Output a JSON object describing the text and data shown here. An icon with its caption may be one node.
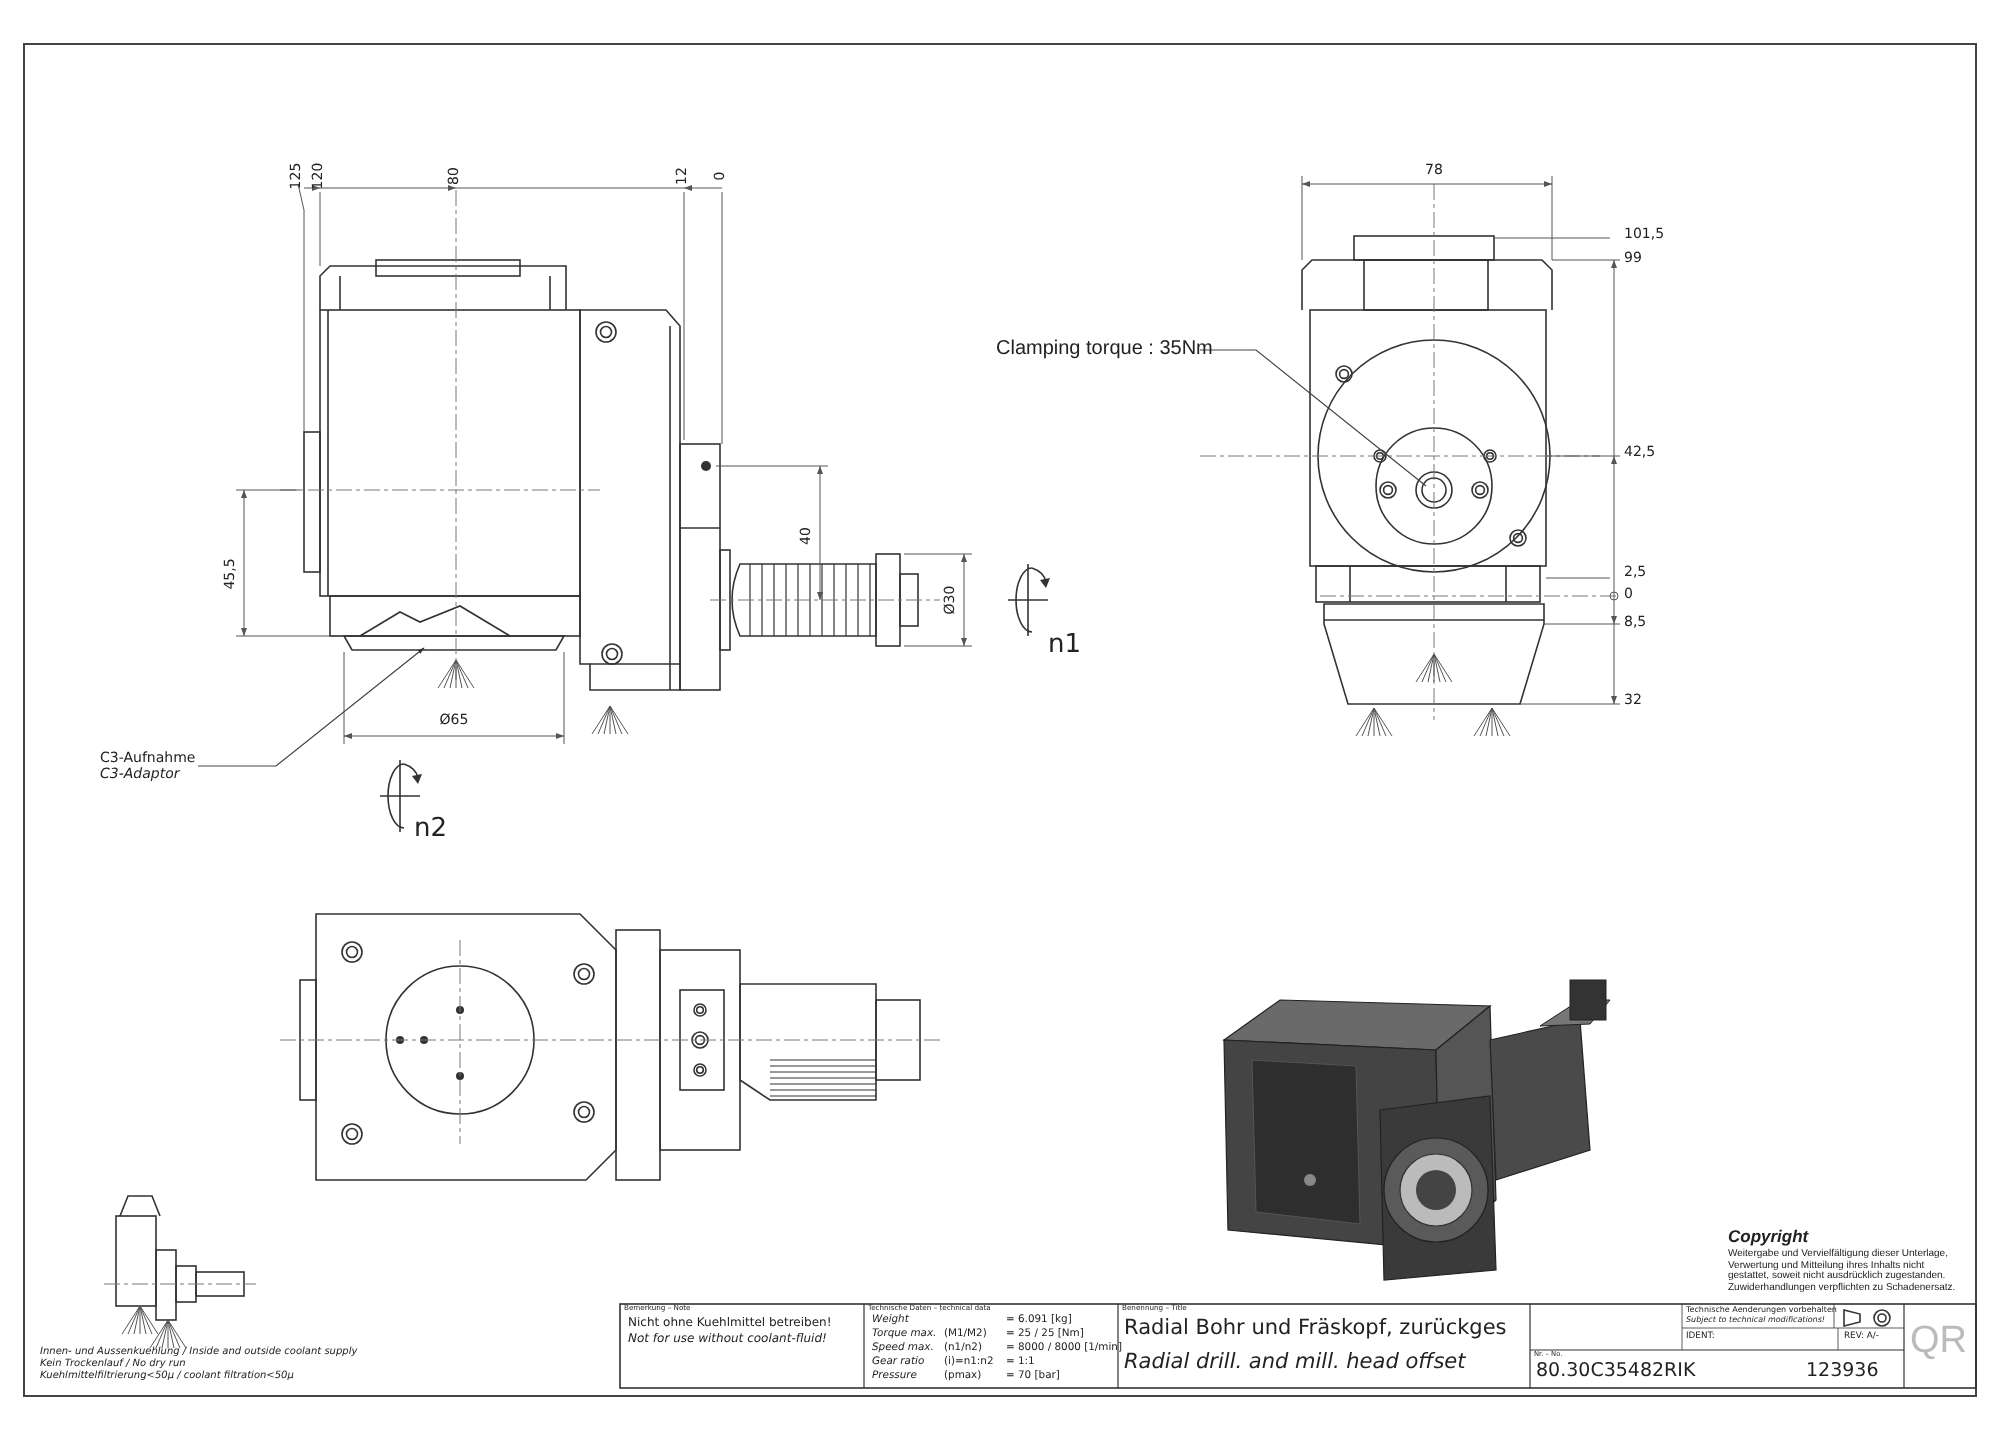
{
  "diagram": {
    "nodes": [
      {
        "text": [
          "Clamping torque : 35Nm"
        ]
      },
      {
        "text": [
          "C3-Aufnahme",
          "C3-Adaptor"
        ]
      }
    ],
    "edges": [
      {
        "from": 0,
        "to": null,
        "arrow": "none"
      },
      {
        "from": 1,
        "to": null,
        "arrow": "to"
      }
    ],
    "labels": [
      "125",
      "120",
      "80",
      "12",
      "0",
      "78",
      "101,5",
      "99",
      "42,5",
      "40",
      "45,5",
      "2,5",
      "0",
      "Ø30",
      "8,5",
      "n1",
      "32",
      "Ø65",
      "n2",
      "Copyright",
      "Weitergabe und Vervielfältigung dieser Unterlage, Verwertung und Mitteilung ihres Inhalts nicht gestattet, soweit nicht ausdrücklich zugestanden. Zuwiderhandlungen verpflichten zu Schadenersatz.",
      "Bemerkung – Note",
      "Nicht ohne Kuehlmittel betreiben!",
      "Not for use without coolant-fluid!",
      "Technische Daten – technical data",
      "Weight",
      "=",
      "6.091 [kg]",
      "Torque max.",
      "(M1/M2)",
      "=",
      "25 / 25 [Nm]",
      "Speed max.",
      "(n1/n2)",
      "=",
      "8000 / 8000 [1/min]",
      "Gear ratio",
      "(i)=n1:n2",
      "=",
      "1:1",
      "Pressure",
      "(pmax)",
      "=",
      "70 [bar]",
      "Benennung – Title",
      "Radial Bohr und Fräskopf, zurückges",
      "Radial drill. and mill. head offset",
      "Technische Aenderungen vorbehalten",
      "Subject to technical modifications!",
      "IDENT:",
      "REV: A/-",
      "Nr. – No.",
      "80.30C35482RIK",
      "123936",
      "QR",
      "Innen- und Aussenkuehlung / Inside and outside coolant supply",
      "Kein Trockenlauf / No dry run",
      "Kuehlmittelfiltrierung<50µ / coolant filtration<50µ"
    ]
  }
}
